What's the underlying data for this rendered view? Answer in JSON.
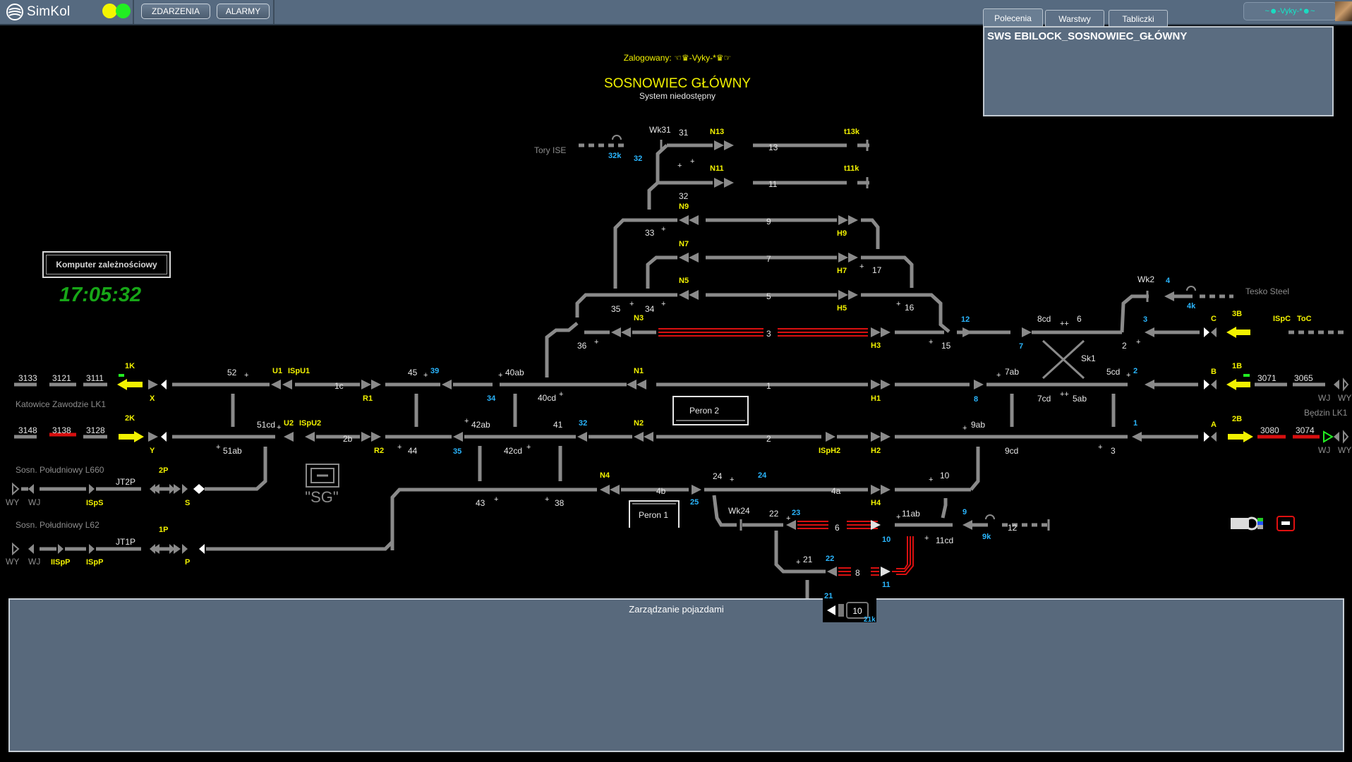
{
  "app": {
    "logo_text": "SimKol",
    "buttons": {
      "events": "ZDARZENIA",
      "alarms": "ALARMY"
    },
    "user_badge": "~☻-Vyky-*☻~",
    "colors": {
      "topbar": "#566a80",
      "track": "#8a8a8a",
      "occupied": "#d81010",
      "signal_yellow": "#f2f200",
      "label_yellow": "#f2f200",
      "label_cyan": "#2ab6ff"
    }
  },
  "command_panel": {
    "tabs": [
      "Polecenia",
      "Warstwy",
      "Tabliczki"
    ],
    "text": "SWS EBILOCK_SOSNOWIEC_GŁÓWNY"
  },
  "header": {
    "logged_in": "Zalogowany: ☜♛-Vyky-*♛☞",
    "station": "SOSNOWIEC GŁÓWNY",
    "status": "System niedostępny"
  },
  "computer_box": "Komputer zależnościowy",
  "clock": "17:05:32",
  "platforms": {
    "p1": "Peron 1",
    "p2": "Peron 2"
  },
  "sg_label": "\"SG\"",
  "directions": {
    "tory_ise": "Tory ISE",
    "tesko": "Tesko Steel",
    "katowice": "Katowice Zawodzie LK1",
    "bedzin": "Będzin LK1",
    "l660": "Sosn. Południowy L660",
    "l62": "Sosn. Południowy L62"
  },
  "track_numbers": {
    "t13": "13",
    "t11": "11",
    "t9": "9",
    "t7": "7",
    "t5": "5",
    "t3": "3",
    "t1": "1",
    "t2": "2",
    "t4a": "4a",
    "t4b": "4b",
    "t6": "6",
    "t8": "8",
    "t12": "12",
    "t10": "10",
    "t1c": "1c",
    "t2b": "2b",
    "t6b": "6"
  },
  "signals": {
    "n13": "N13",
    "n11": "N11",
    "n9": "N9",
    "n7": "N7",
    "n5": "N5",
    "n3": "N3",
    "n1": "N1",
    "n2": "N2",
    "n4": "N4",
    "h9": "H9",
    "h7": "H7",
    "h5": "H5",
    "h3": "H3",
    "h1": "H1",
    "h2": "H2",
    "h4": "H4",
    "t13k": "t13k",
    "t11k": "t11k",
    "u1": "U1",
    "u2": "U2",
    "ispu1": "ISpU1",
    "ispu2": "ISpU2",
    "r1": "R1",
    "r2": "R2",
    "x": "X",
    "y": "Y",
    "s": "S",
    "p": "P",
    "k1": "1K",
    "k2": "2K",
    "p2": "2P",
    "p1": "1P",
    "isps": "ISpS",
    "ispp": "ISpP",
    "iispp": "IISpP",
    "isph2": "ISpH2",
    "a": "A",
    "b": "B",
    "c": "C",
    "b1": "1B",
    "b2": "2B",
    "b3": "3B",
    "ispc": "ISpC",
    "toc": "ToC"
  },
  "blocks": {
    "b3133": "3133",
    "b3121": "3121",
    "b3111": "3111",
    "b3148": "3148",
    "b3138": "3138",
    "b3128": "3128",
    "b3071": "3071",
    "b3065": "3065",
    "b3080": "3080",
    "b3074": "3074",
    "jt2p": "JT2P",
    "jt1p": "JT1P",
    "wk31": "Wk31",
    "wk2": "Wk2",
    "wk24": "Wk24",
    "sk1": "Sk1"
  },
  "switches": {
    "s31": "31",
    "s32": "32",
    "s33": "33",
    "s34": "34",
    "s35": "35",
    "s36": "36",
    "s52": "52",
    "s51cd": "51cd",
    "s51ab": "51ab",
    "s45": "45",
    "s44": "44",
    "s40ab": "40ab",
    "s40cd": "40cd",
    "s42ab": "42ab",
    "s42cd": "42cd",
    "s41": "41",
    "s43": "43",
    "s38": "38",
    "s24": "24",
    "s22": "22",
    "s21": "21",
    "s16": "16",
    "s17": "17",
    "s15": "15",
    "s8cd": "8cd",
    "s6": "6",
    "s7ab": "7ab",
    "s7cd": "7cd",
    "s5ab": "5ab",
    "s5cd": "5cd",
    "s2": "2",
    "s3": "3",
    "s9ab": "9ab",
    "s9cd": "9cd",
    "s10": "10",
    "s11ab": "11ab",
    "s11cd": "11cd",
    "s12": "12"
  },
  "cyan": {
    "c32k": "32k",
    "c32": "32",
    "c39": "39",
    "c34": "34",
    "c35": "35",
    "c32b": "32",
    "c24": "24",
    "c25": "25",
    "c23": "23",
    "c22": "22",
    "c21": "21",
    "c21k": "21k",
    "c12": "12",
    "c7": "7",
    "c8": "8",
    "c3": "3",
    "c2": "2",
    "c1": "1",
    "c4": "4",
    "c4k": "4k",
    "c9": "9",
    "c9k": "9k",
    "c10": "10",
    "c11": "11"
  },
  "wy_wj": {
    "wy": "WY",
    "wj": "WJ"
  },
  "vehicle_panel": {
    "title": "Zarządzanie pojazdami"
  }
}
